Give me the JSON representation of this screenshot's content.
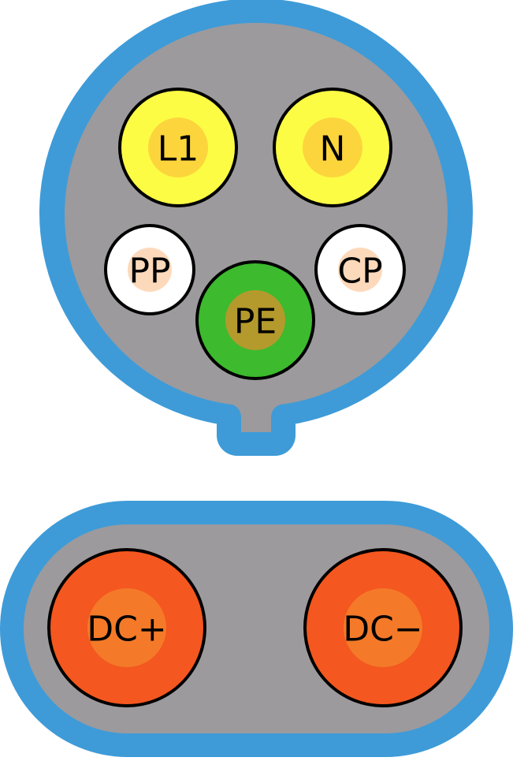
{
  "colors": {
    "housing_border": "#3e9bd8",
    "housing_face": "#9c9a9d",
    "pin_outline": "#000000"
  },
  "ac_connector": {
    "pins": [
      {
        "label": "L1",
        "fill": "#fdfc44",
        "core": "#fcd53c",
        "size": "large"
      },
      {
        "label": "N",
        "fill": "#fdfc44",
        "core": "#fcd53c",
        "size": "large"
      },
      {
        "label": "PP",
        "fill": "#ffffff",
        "core": "#fdd9bb",
        "size": "small"
      },
      {
        "label": "CP",
        "fill": "#ffffff",
        "core": "#fdd9bb",
        "size": "small"
      },
      {
        "label": "PE",
        "fill": "#3dba2e",
        "core": "#b49a2c",
        "size": "large"
      }
    ]
  },
  "dc_connector": {
    "pins": [
      {
        "label": "DC+",
        "fill": "#f4571f",
        "core": "#f47a29",
        "size": "xl"
      },
      {
        "label": "DC−",
        "fill": "#f4571f",
        "core": "#f47a29",
        "size": "xl"
      }
    ]
  }
}
